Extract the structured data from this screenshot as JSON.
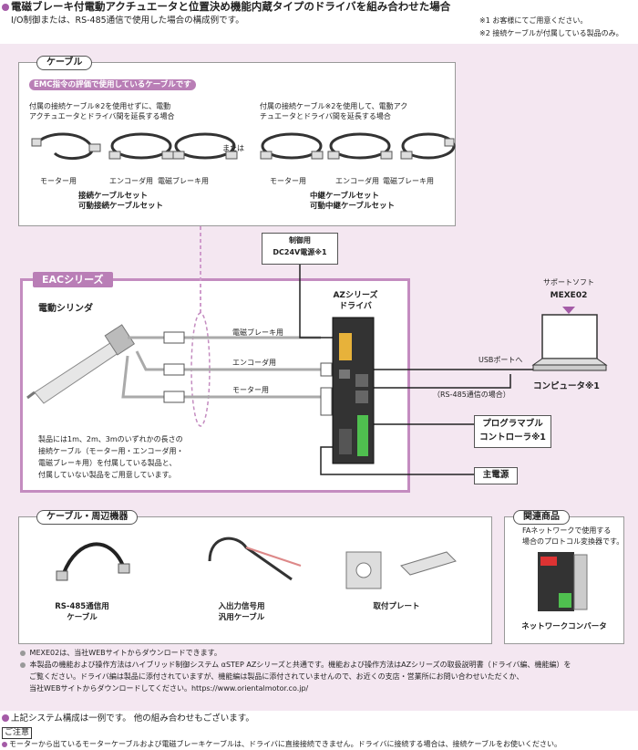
{
  "header": {
    "title": "電磁ブレーキ付電動アクチュエータと位置決め機能内蔵タイプのドライバを組み合わせた場合",
    "subtitle": "I/O制御または、RS-485通信で使用した場合の構成例です。",
    "note1": "※1 お客様にてご用意ください。",
    "note2": "※2 接続ケーブルが付属している製品のみ。"
  },
  "cable_section": {
    "tag": "ケーブル",
    "emc_tag": "EMC指令の評価で使用しているケーブルです",
    "left_desc_1": "付属の接続ケーブル※2を使用せずに、電動",
    "left_desc_2": "アクチュエータとドライバ間を延長する場合",
    "right_desc_1": "付属の接続ケーブル※2を使用して、電動アク",
    "right_desc_2": "チュエータとドライバ間を延長する場合",
    "or": "または",
    "label_motor": "モーター用",
    "label_encoder": "エンコーダ用",
    "label_brake": "電磁ブレーキ用",
    "left_set_1": "接続ケーブルセット",
    "left_set_2": "可動接続ケーブルセット",
    "right_set_1": "中継ケーブルセット",
    "right_set_2": "可動中継ケーブルセット"
  },
  "dc24": {
    "line1": "制御用",
    "line2": "DC24V電源※1"
  },
  "eac": {
    "tag": "EACシリーズ",
    "cylinder": "電動シリンダ",
    "driver_1": "AZシリーズ",
    "driver_2": "ドライバ",
    "wire_brake": "電磁ブレーキ用",
    "wire_encoder": "エンコーダ用",
    "wire_motor": "モーター用",
    "note_1": "製品には1m、2m、3mのいずれかの長さの",
    "note_2": "接続ケーブル（モーター用・エンコーダ用・",
    "note_3": "電磁ブレーキ用）を付属している製品と、",
    "note_4": "付属していない製品をご用意しています。"
  },
  "support": {
    "line1": "サポートソフト",
    "line2": "MEXE02"
  },
  "usb_label": "USBポートへ",
  "computer": "コンピュータ※1",
  "rs485": "（RS-485通信の場合）",
  "plc_1": "プログラマブル",
  "plc_2": "コントローラ※1",
  "main_power": "主電源",
  "periph": {
    "tag": "ケーブル・周辺機器",
    "rs485_1": "RS-485通信用",
    "rs485_2": "ケーブル",
    "io_1": "入出力信号用",
    "io_2": "汎用ケーブル",
    "plate": "取付プレート"
  },
  "related": {
    "tag": "関連商品",
    "desc_1": "FAネットワークで使用する",
    "desc_2": "場合のプロトコル変換器です。",
    "name": "ネットワークコンバータ"
  },
  "footnotes": {
    "f1": "MEXE02は、当社WEBサイトからダウンロードできます。",
    "f2": "本製品の機能および操作方法はハイブリッド制御システム αSTEP AZシリーズと共通です。機能および操作方法はAZシリーズの取扱説明書（ドライバ編、機能編）を",
    "f3": "ご覧ください。ドライバ編は製品に添付されていますが、機能編は製品に添付されていませんので、お近くの支店・営業所にお問い合わせいただくか、",
    "f4": "当社WEBサイトからダウンロードしてください。https://www.orientalmotor.co.jp/"
  },
  "bottom": {
    "example": "上記システム構成は一例です。 他の組み合わせもございます。",
    "caution_tag": "ご注意",
    "caution": "モーターから出ているモーターケーブルおよび電磁ブレーキケーブルは、ドライバに直接接続できません。ドライバに接続する場合は、接続ケーブルをお使いください。"
  },
  "colors": {
    "accent": "#a45ba7",
    "panel": "#f4e7f1",
    "frame": "#c48cc0"
  }
}
